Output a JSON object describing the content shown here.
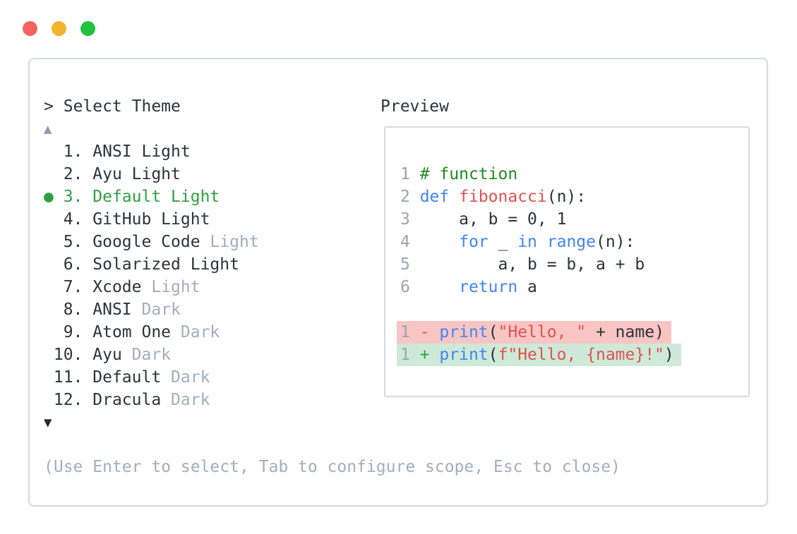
{
  "colors": {
    "border": "#d5d9e2",
    "text": "#2d333a",
    "muted": "#a3adbf",
    "line_number": "#9aa4b2",
    "arrow_up": "#8d9cb2",
    "arrow_down": "#23272e",
    "selection_green": "#2ea043",
    "keyword_blue": "#4285f4",
    "func_red": "#e05252",
    "string_red": "#e05252",
    "comment_green": "#228b22",
    "diff_removed_bg": "#f8c5c3",
    "diff_added_bg": "#cfe9d8",
    "traffic_red": "#f4635d",
    "traffic_yellow": "#f3b32b",
    "traffic_green": "#23c13d"
  },
  "header": {
    "prompt": "> Select Theme",
    "preview_label": "Preview"
  },
  "scroll": {
    "up_indicator": "▲",
    "down_indicator": "▼"
  },
  "theme_list": {
    "selected_number": "3",
    "items": [
      {
        "number": "1",
        "name": "ANSI Light",
        "muted_suffix": "",
        "selected": false
      },
      {
        "number": "2",
        "name": "Ayu Light",
        "muted_suffix": "",
        "selected": false
      },
      {
        "number": "3",
        "name": "Default Light",
        "muted_suffix": "",
        "selected": true
      },
      {
        "number": "4",
        "name": "GitHub Light",
        "muted_suffix": "",
        "selected": false
      },
      {
        "number": "5",
        "name": "Google Code",
        "muted_suffix": "Light",
        "selected": false
      },
      {
        "number": "6",
        "name": "Solarized Light",
        "muted_suffix": "",
        "selected": false
      },
      {
        "number": "7",
        "name": "Xcode",
        "muted_suffix": "Light",
        "selected": false
      },
      {
        "number": "8",
        "name": "ANSI",
        "muted_suffix": "Dark",
        "selected": false
      },
      {
        "number": "9",
        "name": "Atom One",
        "muted_suffix": "Dark",
        "selected": false
      },
      {
        "number": "10",
        "name": "Ayu",
        "muted_suffix": "Dark",
        "selected": false
      },
      {
        "number": "11",
        "name": "Default",
        "muted_suffix": "Dark",
        "selected": false
      },
      {
        "number": "12",
        "name": "Dracula",
        "muted_suffix": "Dark",
        "selected": false
      }
    ]
  },
  "preview": {
    "code_lines": [
      {
        "num": "1",
        "tokens": [
          {
            "text": "# function",
            "style": "comment"
          }
        ]
      },
      {
        "num": "2",
        "tokens": [
          {
            "text": "def",
            "style": "keyword"
          },
          {
            "text": " ",
            "style": "plain"
          },
          {
            "text": "fibonacci",
            "style": "function"
          },
          {
            "text": "(n):",
            "style": "plain"
          }
        ]
      },
      {
        "num": "3",
        "tokens": [
          {
            "text": "    a, b = 0, 1",
            "style": "plain"
          }
        ]
      },
      {
        "num": "4",
        "tokens": [
          {
            "text": "    ",
            "style": "plain"
          },
          {
            "text": "for",
            "style": "keyword"
          },
          {
            "text": " _ ",
            "style": "plain"
          },
          {
            "text": "in",
            "style": "keyword"
          },
          {
            "text": " ",
            "style": "plain"
          },
          {
            "text": "range",
            "style": "keyword"
          },
          {
            "text": "(n):",
            "style": "plain"
          }
        ]
      },
      {
        "num": "5",
        "tokens": [
          {
            "text": "        a, b = b, a + b",
            "style": "plain"
          }
        ]
      },
      {
        "num": "6",
        "tokens": [
          {
            "text": "    ",
            "style": "plain"
          },
          {
            "text": "return",
            "style": "keyword"
          },
          {
            "text": " a",
            "style": "plain"
          }
        ]
      }
    ],
    "diff_lines": [
      {
        "num": "1",
        "sign": "-",
        "type": "removed",
        "tokens": [
          {
            "text": "print",
            "style": "keyword"
          },
          {
            "text": "(",
            "style": "plain"
          },
          {
            "text": "\"Hello, \"",
            "style": "string"
          },
          {
            "text": " + name)",
            "style": "plain"
          }
        ]
      },
      {
        "num": "1",
        "sign": "+",
        "type": "added",
        "tokens": [
          {
            "text": "print",
            "style": "keyword"
          },
          {
            "text": "(",
            "style": "plain"
          },
          {
            "text": "f\"Hello, {name}!\"",
            "style": "string"
          },
          {
            "text": ")",
            "style": "plain"
          }
        ]
      }
    ]
  },
  "footer": {
    "hint": "(Use Enter to select, Tab to configure scope, Esc to close)"
  }
}
